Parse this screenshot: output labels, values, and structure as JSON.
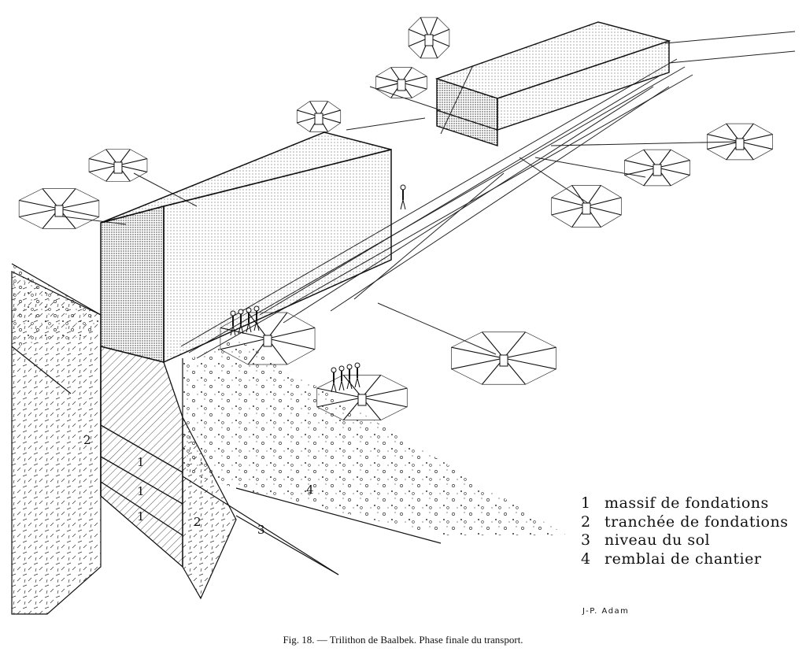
{
  "figure": {
    "caption": "Fig. 18. — Trilithon de Baalbek. Phase finale du transport.",
    "signature": "J-P. Adam"
  },
  "labels": {
    "trench_left": "2",
    "foundation_a": "1",
    "foundation_b": "1",
    "foundation_c": "1",
    "trench_right": "2",
    "ground": "3",
    "fill": "4"
  },
  "legend": [
    {
      "num": "1",
      "text": "massif de fondations"
    },
    {
      "num": "2",
      "text": "tranchée de fondations"
    },
    {
      "num": "3",
      "text": "niveau du sol"
    },
    {
      "num": "4",
      "text": "remblai de chantier"
    }
  ]
}
